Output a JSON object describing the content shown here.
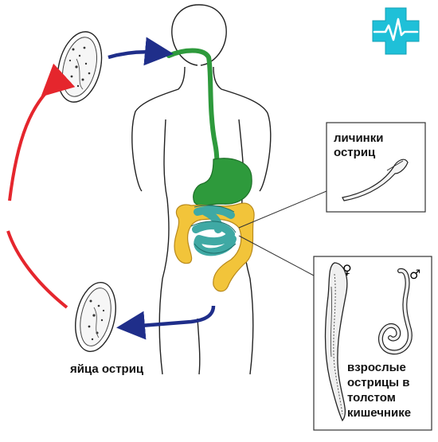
{
  "labels": {
    "larvae": [
      "личинки",
      "остриц"
    ],
    "eggs": "яйца остриц",
    "adults": [
      "взрослые",
      "острицы в",
      "толстом",
      "кишечнике"
    ],
    "female_symbol": "♀",
    "male_symbol": "♂"
  },
  "icons": {
    "logo": "medical-cross-heartbeat-icon"
  },
  "colors": {
    "esophagus": "#2e9a3c",
    "stomach": "#2e9a3c",
    "small_intestine": "#3fa9a4",
    "large_intestine": "#f2c43a",
    "cycle_arrow": "#e5262d",
    "flow_arrow": "#1f2e8a",
    "logo": "#1fc0d8"
  }
}
